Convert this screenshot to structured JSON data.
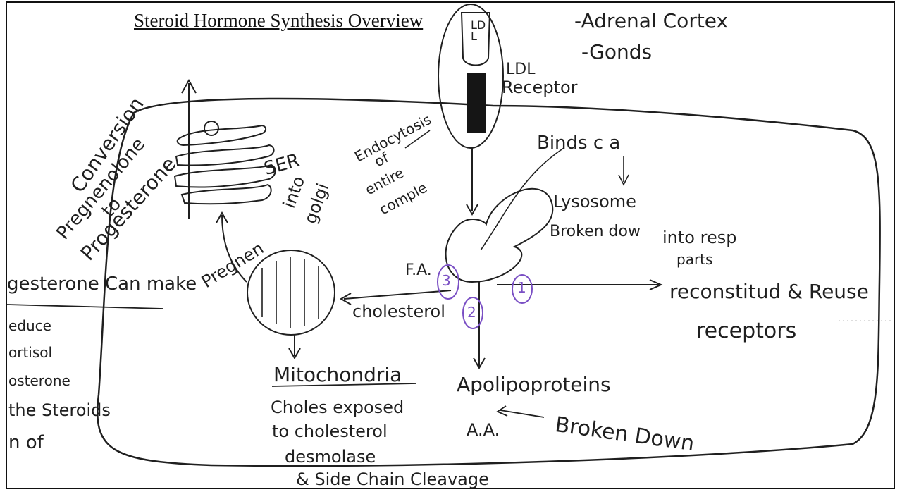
{
  "title": "Steroid Hormone Synthesis Overview",
  "top_right": [
    "-Adrenal Cortex",
    "-Gonds"
  ],
  "ldl": "LDL",
  "ldl_receptor": [
    "LDL",
    "Receptor"
  ],
  "endocytosis": [
    "Endocytosis",
    "of",
    "entire",
    "comple"
  ],
  "binds": "Binds c a",
  "lysosome": "Lysosome",
  "broken_down": "Broken dow",
  "into_resp": [
    "into resp",
    "parts"
  ],
  "reconstituted": "reconstitud & Reuse",
  "receptors": "receptors",
  "conversion": [
    "Conversion",
    "Pregnenolone",
    "to",
    "Progesterone"
  ],
  "ser": [
    "SER",
    "into",
    "golgi"
  ],
  "pregnen": "Pregnen",
  "fa": "F.A.",
  "cholesterol": "cholesterol",
  "markers": [
    "3",
    "2",
    "1"
  ],
  "apolipoproteins": "Apolipoproteins",
  "aa": "A.A.",
  "broken_down2": "Broken Down",
  "mitochondria": "Mitochondria",
  "choles_exposed": [
    "Choles exposed",
    "to cholesterol",
    "desmolase"
  ],
  "side_chain": "& Side Chain Cleavage",
  "left_notes": [
    "gesterone Can make",
    "educe",
    "ortisol",
    "osterone",
    "the Steroids",
    "n of"
  ],
  "colors": {
    "ink": "#1f1f1f",
    "marker": "#7a4fc4"
  }
}
